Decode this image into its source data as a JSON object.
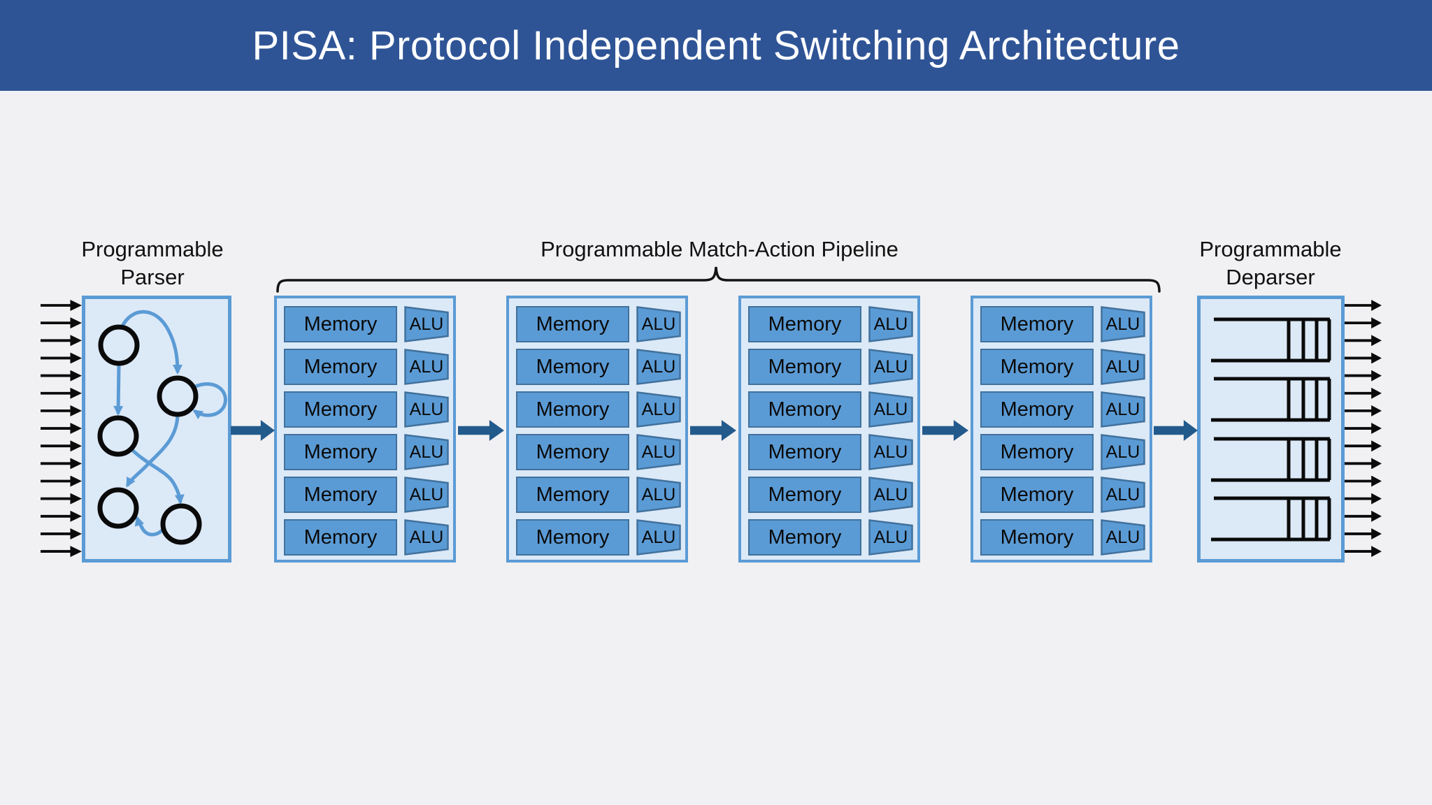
{
  "title": "PISA: Protocol Independent Switching Architecture",
  "labels": {
    "parser": [
      "Programmable",
      "Parser"
    ],
    "pipeline": [
      "Programmable Match-Action Pipeline"
    ],
    "deparser": [
      "Programmable",
      "Deparser"
    ]
  },
  "pipeline": {
    "stage_count": 4,
    "rows_per_stage": 6,
    "memory_label": "Memory",
    "alu_label": "ALU"
  },
  "parser_graph": {
    "node_count": 5
  },
  "deparser": {
    "queue_count": 4
  },
  "io": {
    "input_arrow_count": 15,
    "output_arrow_count": 15
  },
  "colors": {
    "title_bar": "#2f5496",
    "title_text": "#ffffff",
    "canvas": "#f1f1f3",
    "box_fill": "#dce9f7",
    "box_border": "#5b9bd5",
    "block_fill": "#5b9bd5",
    "block_border": "#41719c",
    "flow_arrow": "#235a8c",
    "io_arrow": "#0b0b0b",
    "graph_edge": "#5b9bd5",
    "graph_node_stroke": "#0a0a0a"
  }
}
